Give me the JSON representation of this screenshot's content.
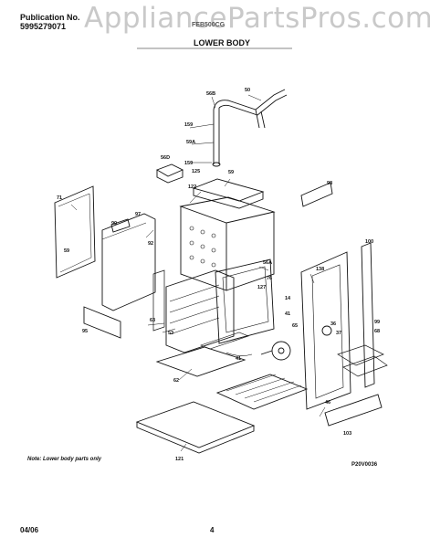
{
  "header": {
    "publication_label": "Publication No.",
    "publication_number": "5995279071",
    "watermark": "AppliancePartsPros.com",
    "model": "FEB500CG",
    "section_title": "LOWER BODY"
  },
  "callouts": [
    {
      "id": "c50",
      "text": "50"
    },
    {
      "id": "c56b",
      "text": "56B"
    },
    {
      "id": "c159a",
      "text": "159"
    },
    {
      "id": "c59a",
      "text": "59A"
    },
    {
      "id": "c159b",
      "text": "159"
    },
    {
      "id": "c56d",
      "text": "56D"
    },
    {
      "id": "c125",
      "text": "125"
    },
    {
      "id": "c59",
      "text": "59"
    },
    {
      "id": "c122",
      "text": "122"
    },
    {
      "id": "c98",
      "text": "98"
    },
    {
      "id": "c71",
      "text": "71"
    },
    {
      "id": "c97",
      "text": "97"
    },
    {
      "id": "c90",
      "text": "90"
    },
    {
      "id": "c92",
      "text": "92"
    },
    {
      "id": "c59b",
      "text": "59"
    },
    {
      "id": "c100",
      "text": "100"
    },
    {
      "id": "c56a",
      "text": "56A"
    },
    {
      "id": "c138",
      "text": "138"
    },
    {
      "id": "c127",
      "text": "127"
    },
    {
      "id": "c76",
      "text": "76"
    },
    {
      "id": "c14",
      "text": "14"
    },
    {
      "id": "c65",
      "text": "65"
    },
    {
      "id": "c63",
      "text": "63"
    },
    {
      "id": "c41a",
      "text": "41"
    },
    {
      "id": "c36",
      "text": "36"
    },
    {
      "id": "c37",
      "text": "37"
    },
    {
      "id": "c99",
      "text": "99"
    },
    {
      "id": "c68",
      "text": "68"
    },
    {
      "id": "c53",
      "text": "53"
    },
    {
      "id": "c95",
      "text": "95"
    },
    {
      "id": "c41b",
      "text": "41"
    },
    {
      "id": "c62",
      "text": "62"
    },
    {
      "id": "c46",
      "text": "46"
    },
    {
      "id": "c121",
      "text": "121"
    },
    {
      "id": "c103",
      "text": "103"
    }
  ],
  "footer": {
    "note": "Note: Lower body parts only",
    "figure_code": "P20V0036",
    "date": "04/06",
    "page": "4"
  }
}
